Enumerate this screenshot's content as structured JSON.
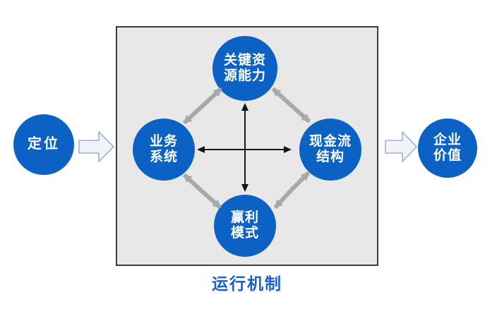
{
  "diagram": {
    "input_node": {
      "label": "定位"
    },
    "box_label": "运行机制",
    "box_nodes": {
      "top": {
        "line1": "关键资",
        "line2": "源能力"
      },
      "left": {
        "line1": "业务",
        "line2": "系统"
      },
      "right": {
        "line1": "现金流",
        "line2": "结构"
      },
      "bottom": {
        "line1": "赢利",
        "line2": "模式"
      }
    },
    "output_node": {
      "line1": "企业",
      "line2": "价值"
    }
  },
  "colors": {
    "node_blue": "#0b62c4",
    "box_fill": "#e8e8e8",
    "box_border": "#3c3c3c",
    "gray_arrow": "#a8a8a8",
    "black_arrow": "#151515",
    "caption_blue": "#1a5ed2",
    "block_arrow_fill": "#f1f3f9",
    "block_arrow_stroke": "#9fb1d2",
    "node_text": "#ffffff",
    "background": "#ffffff"
  }
}
